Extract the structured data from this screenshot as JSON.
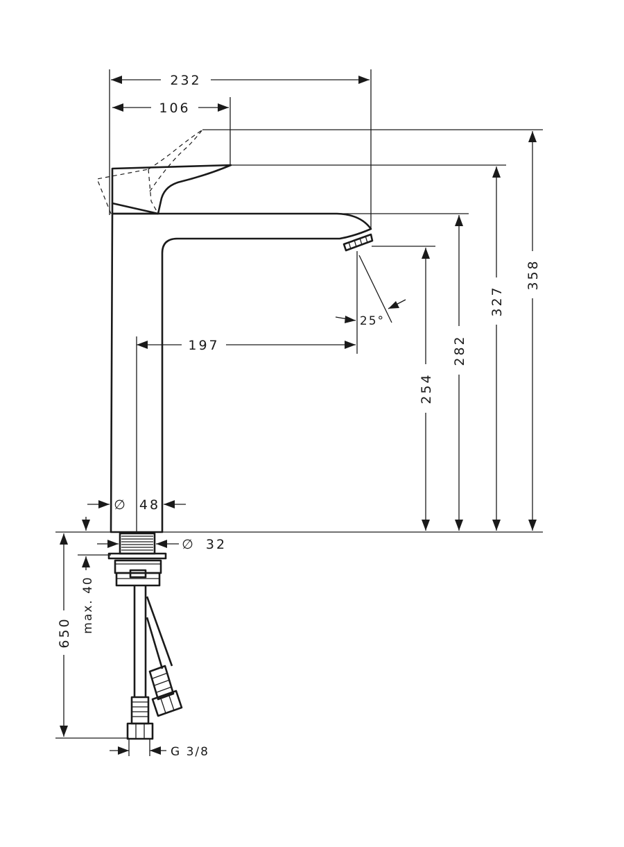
{
  "dimensions": {
    "width_overall": "232",
    "lever_reach": "106",
    "spout_reach": "197",
    "height_lever_up": "358",
    "height_lever": "327",
    "height_spout_top": "282",
    "height_outlet": "254",
    "spray_angle": "25°",
    "body_diameter_symbol": "∅",
    "body_diameter": "48",
    "shank_diameter_symbol": "∅",
    "shank_diameter": "32",
    "hose_length": "650",
    "max_deck_thickness": "max. 40",
    "connection_thread": "G 3/8"
  }
}
